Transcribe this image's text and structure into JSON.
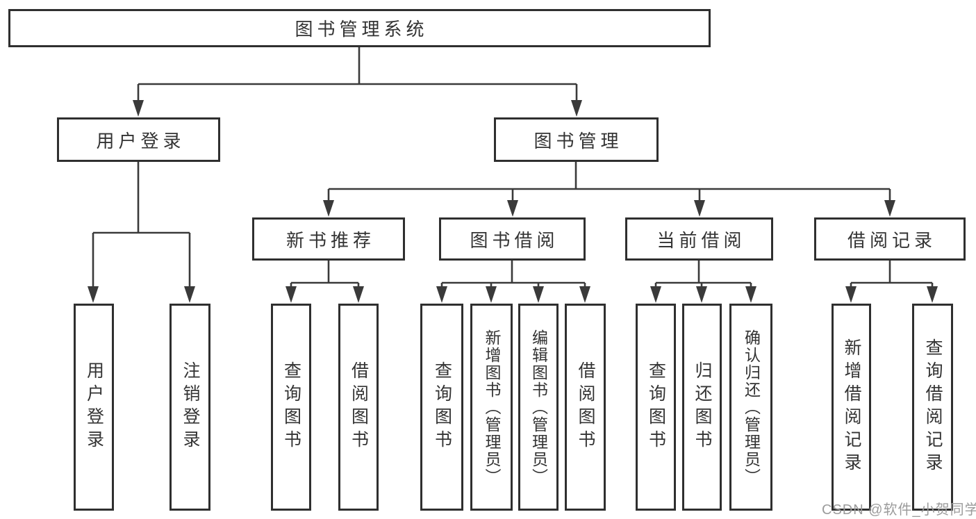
{
  "diagram": {
    "root": {
      "label": "图书管理系统"
    },
    "branches": [
      {
        "label": "用户登录",
        "children": [
          {
            "label": "用户登录"
          },
          {
            "label": "注销登录"
          }
        ]
      },
      {
        "label": "图书管理",
        "children": [
          {
            "label": "新书推荐",
            "children": [
              {
                "label": "查询图书"
              },
              {
                "label": "借阅图书"
              }
            ]
          },
          {
            "label": "图书借阅",
            "children": [
              {
                "label": "查询图书"
              },
              {
                "label": "新增图书（管理员）"
              },
              {
                "label": "编辑图书（管理员）"
              },
              {
                "label": "借阅图书"
              }
            ]
          },
          {
            "label": "当前借阅",
            "children": [
              {
                "label": "查询图书"
              },
              {
                "label": "归还图书"
              },
              {
                "label": "确认归还（管理员）"
              }
            ]
          },
          {
            "label": "借阅记录",
            "children": [
              {
                "label": "新增借阅记录"
              },
              {
                "label": "查询借阅记录"
              }
            ]
          }
        ]
      }
    ]
  },
  "watermark": {
    "text": "CSDN @软件_小贺同学"
  },
  "colors": {
    "line": "#3a3a3a",
    "border": "#2f2f2f",
    "text": "#333333",
    "watermark": "#9b9b9b"
  }
}
